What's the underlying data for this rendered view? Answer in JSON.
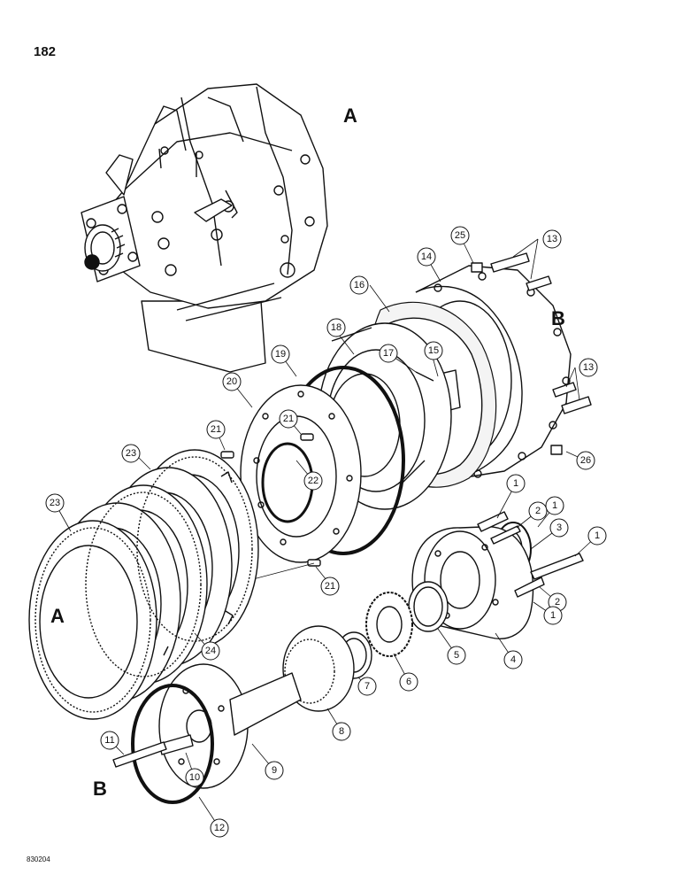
{
  "page_number": "182",
  "document_code": "830204",
  "view_letters": [
    "A",
    "B",
    "A",
    "B"
  ],
  "callouts": [
    "1",
    "1",
    "2",
    "1",
    "3",
    "1",
    "2",
    "1",
    "4",
    "5",
    "6",
    "7",
    "8",
    "9",
    "10",
    "11",
    "12",
    "13",
    "13",
    "14",
    "15",
    "16",
    "17",
    "18",
    "19",
    "20",
    "21",
    "21",
    "21",
    "22",
    "23",
    "23",
    "24",
    "25",
    "26"
  ]
}
